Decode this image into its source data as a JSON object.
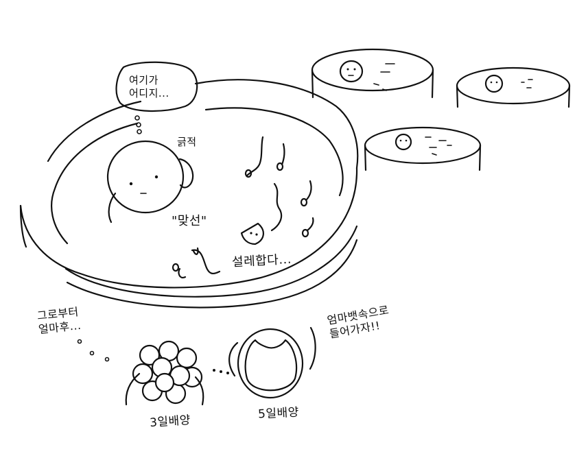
{
  "texts": {
    "thought": "여기가\n어디지...",
    "squirm": "긁적",
    "first_meeting": "\"맞선\"",
    "excited": "설레합다...",
    "after_that": "그로부터\n얼마후...",
    "go_into_mom": "엄마뱃속으로\n들어가자!!",
    "day3": "3일배양",
    "day5": "5일배양"
  },
  "colors": {
    "ink": "#111111",
    "paper": "#ffffff"
  }
}
